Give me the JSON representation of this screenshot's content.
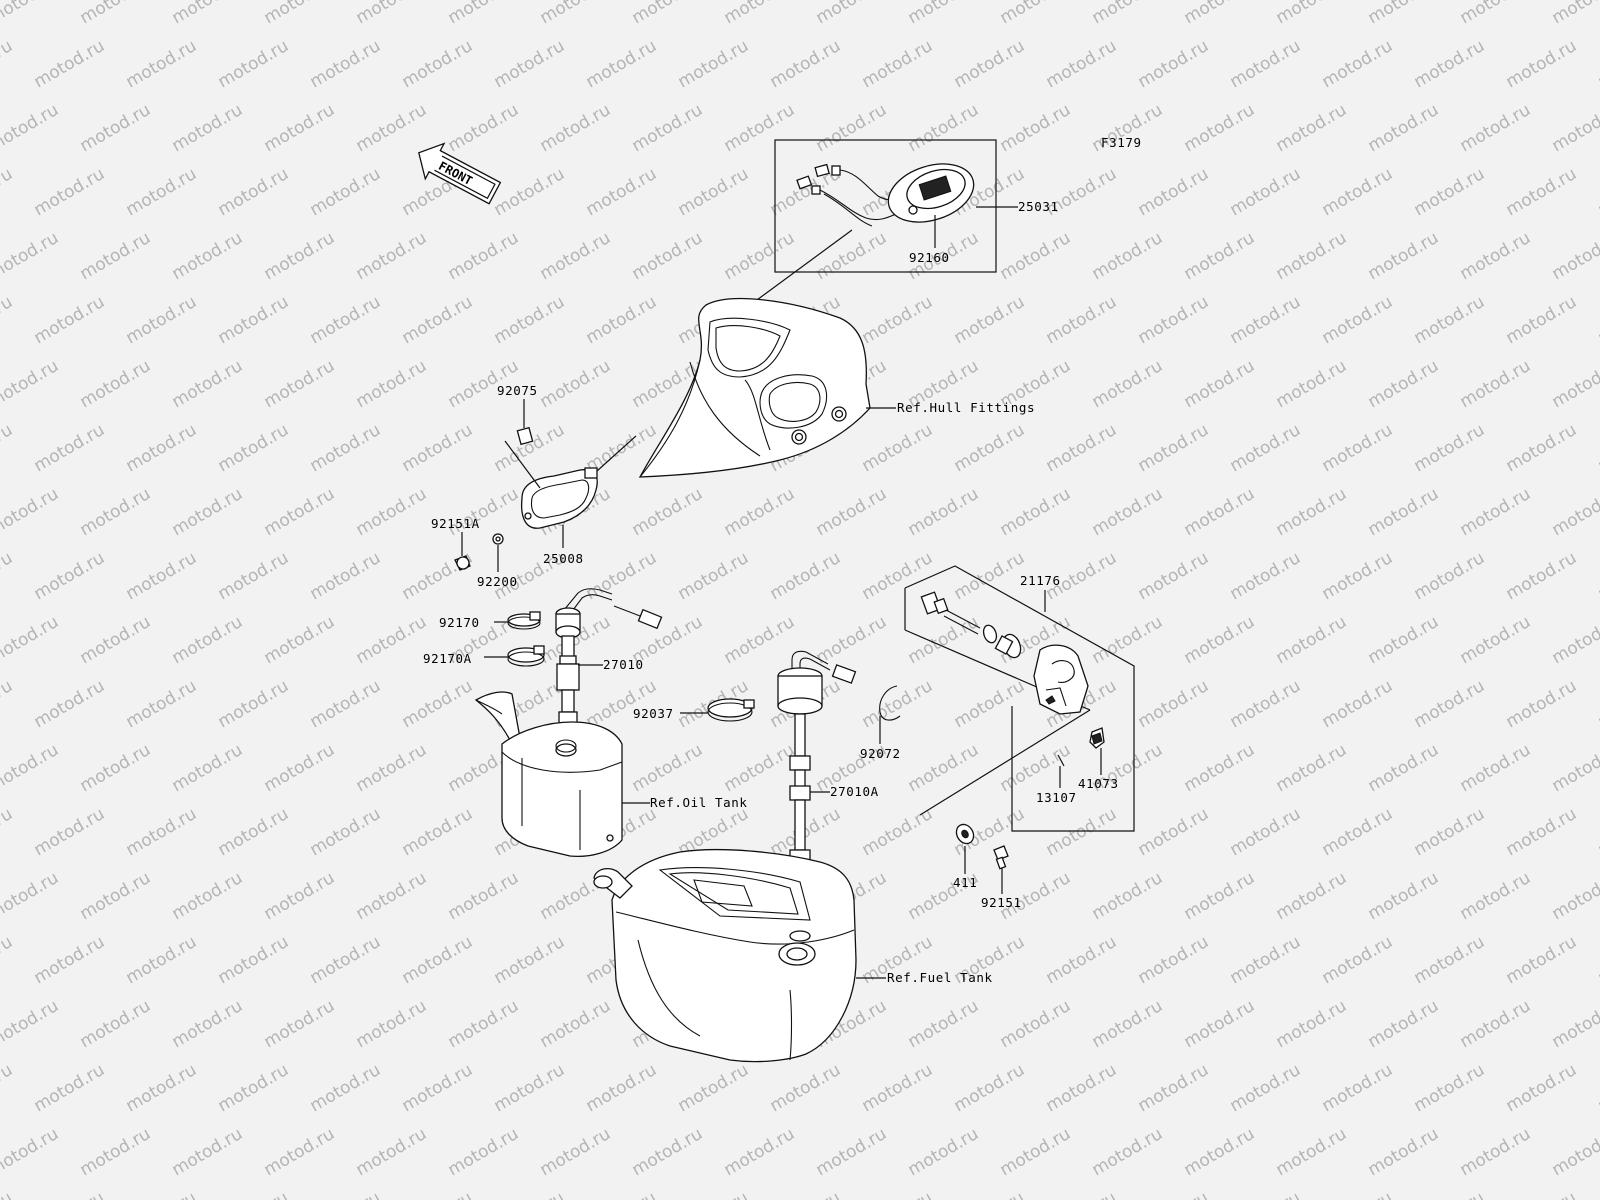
{
  "watermark": "motod.ru",
  "figure_code": "F3179",
  "front_label": "FRONT",
  "parts": {
    "p25031": "25031",
    "p92160": "92160",
    "p92075": "92075",
    "p92151A": "92151A",
    "p25008": "25008",
    "p92200": "92200",
    "p92170": "92170",
    "p92170A": "92170A",
    "p27010": "27010",
    "p92037": "92037",
    "p92072": "92072",
    "p27010A": "27010A",
    "p21176": "21176",
    "p13107": "13107",
    "p41073": "41073",
    "p411": "411",
    "p92151": "92151"
  },
  "refs": {
    "hull": "Ref.Hull Fittings",
    "oil": "Ref.Oil Tank",
    "fuel": "Ref.Fuel Tank"
  },
  "colors": {
    "background": "#f2f2f2",
    "line": "#111111",
    "watermark": "#b4b4b4"
  }
}
